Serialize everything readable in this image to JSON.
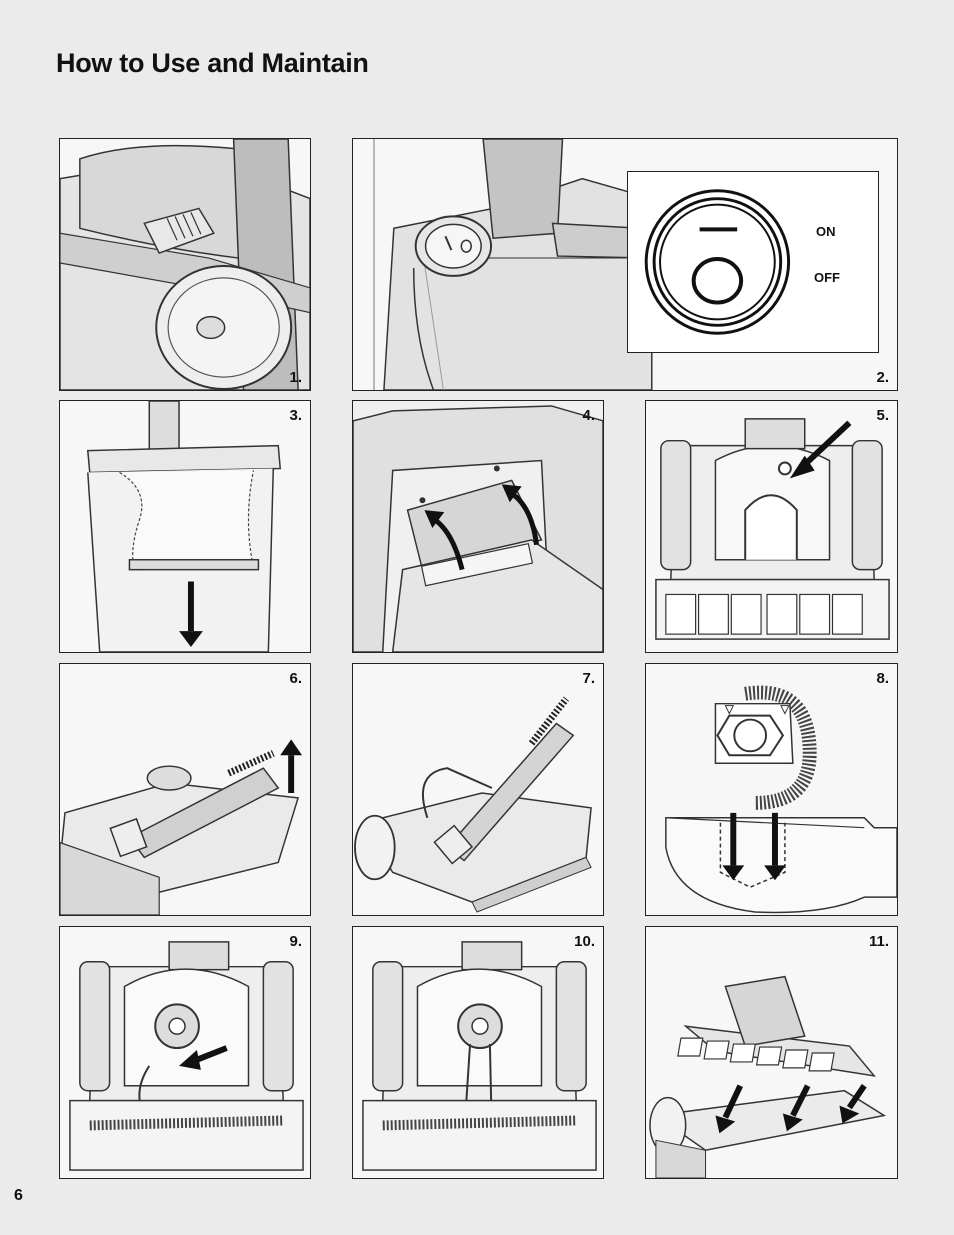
{
  "page": {
    "title": "How to Use and Maintain",
    "page_number": "6"
  },
  "switch_inset": {
    "on_label": "ON",
    "off_label": "OFF"
  },
  "steps": [
    {
      "label": "1."
    },
    {
      "label": "2."
    },
    {
      "label": "3."
    },
    {
      "label": "4."
    },
    {
      "label": "5."
    },
    {
      "label": "6."
    },
    {
      "label": "7."
    },
    {
      "label": "8."
    },
    {
      "label": "9."
    },
    {
      "label": "10."
    },
    {
      "label": "11."
    }
  ],
  "colors": {
    "background": "#ebebeb",
    "panel": "#f7f7f7",
    "line": "#222222",
    "arrow": "#111111"
  }
}
